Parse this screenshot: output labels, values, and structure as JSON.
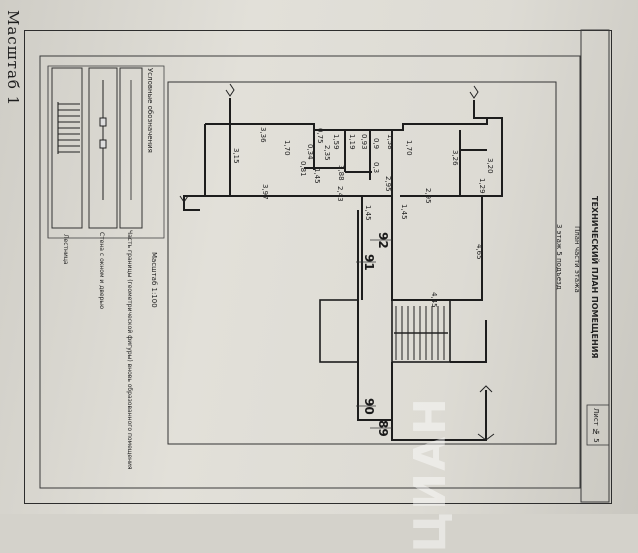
{
  "document": {
    "scale_label": "Масштаб 1",
    "title_block": {
      "heading": "ТЕХНИЧЕСКИЙ ПЛАН ПОМЕЩЕНИЯ",
      "line2": "План части этажа",
      "line3": "3 этаж 5 подъезд",
      "sheet": "Лист № 5"
    },
    "legend": {
      "title": "Условные обозначения",
      "scale": "Масштаб 1:100",
      "items": [
        "Часть границы (геометрической фигуры) вновь образованного помещения",
        "Стена с окном и дверью",
        "Лестница"
      ]
    },
    "dimensions": {
      "d1": "3,36",
      "d2": "1,70",
      "d3": "0,75",
      "d4": "0,34",
      "d5": "2,35",
      "d6": "1,59",
      "d7": "1,19",
      "d8": "0,93",
      "d9": "0,9",
      "d10": "1,58",
      "d11": "1,70",
      "d12": "3,26",
      "d13": "3,20",
      "d14": "1,29",
      "d15": "3,15",
      "d16": "0,81",
      "d17": "1,45",
      "d18": "3,88",
      "d19": "0,3",
      "d20": "3,97",
      "d21": "2,43",
      "d22": "2,95",
      "d23": "2,95",
      "d24": "1,45",
      "d25": "1,45",
      "d26": "4,65",
      "d27": "4,45"
    },
    "room_numbers": {
      "r1": "92",
      "r2": "91",
      "r3": "90",
      "r4": "89"
    },
    "watermark": "ЦИАН"
  }
}
